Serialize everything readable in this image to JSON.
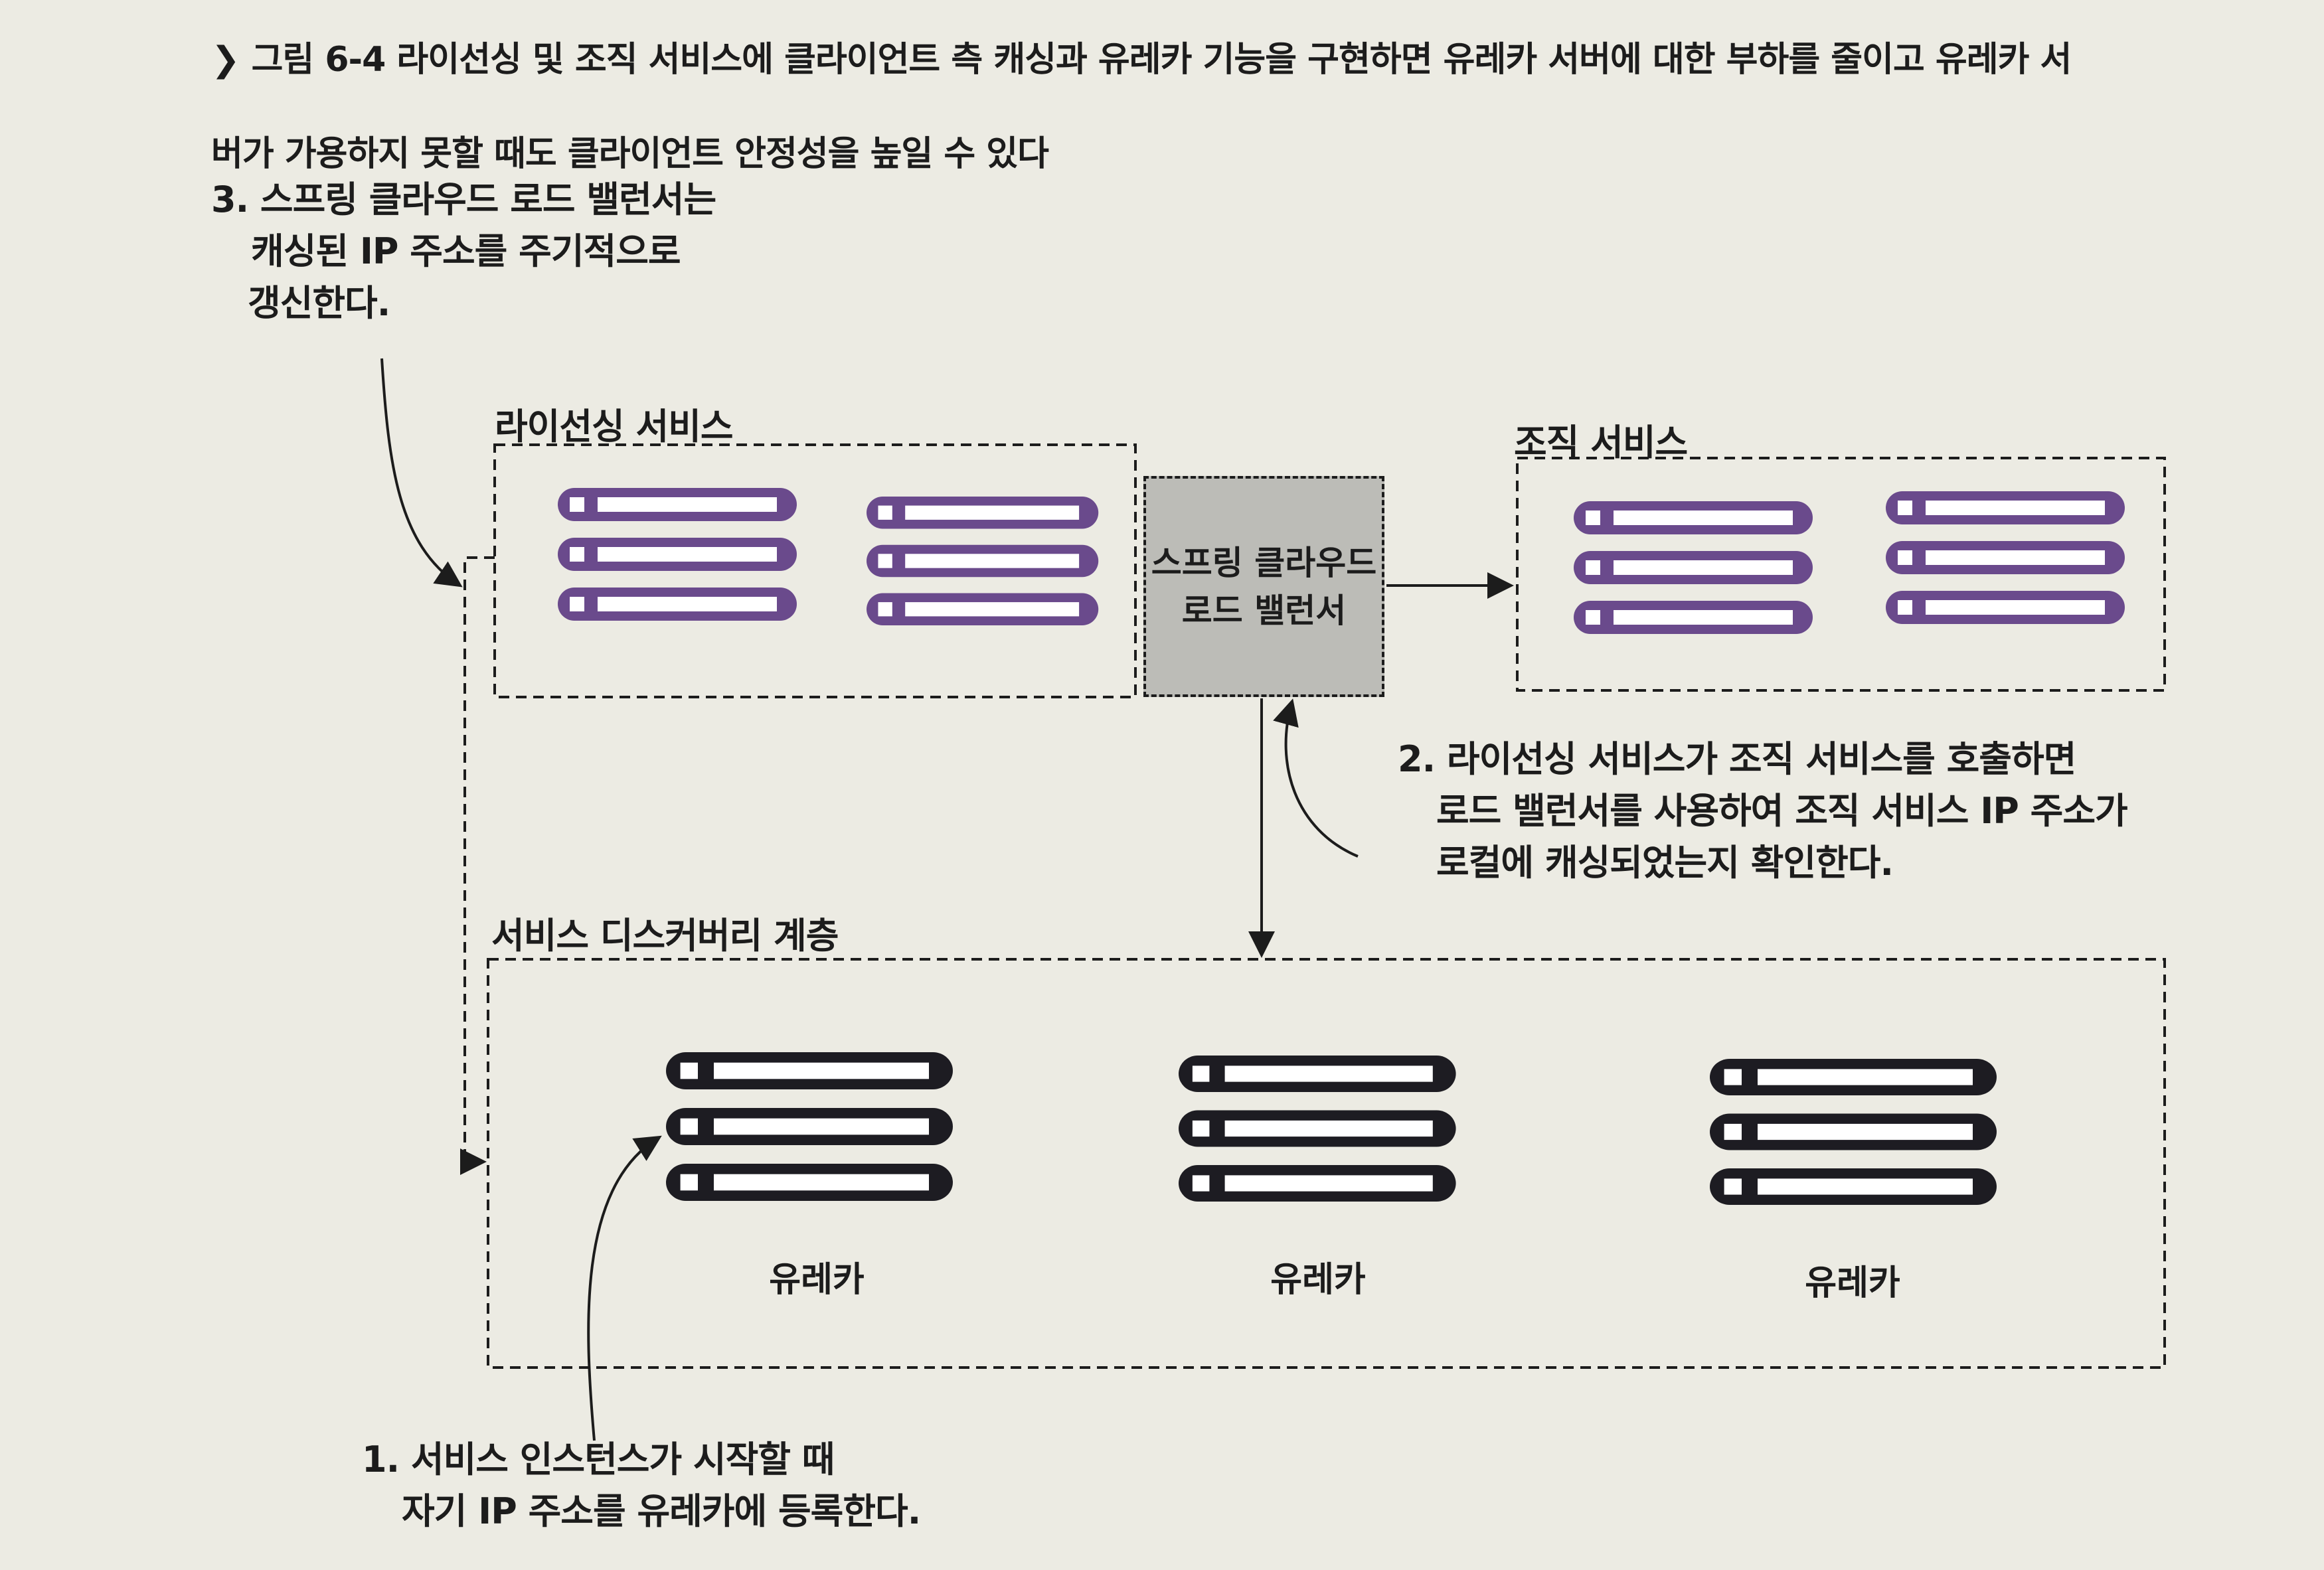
{
  "caption": {
    "marker": "❯",
    "line1": "그림 6-4 라이선싱 및 조직 서비스에 클라이언트 측 캐싱과 유레카 기능을 구현하면 유레카 서버에 대한 부하를 줄이고 유레카 서",
    "line2": "버가 가용하지 못할 때도 클라이언트 안정성을 높일 수 있다"
  },
  "notes": {
    "step3": [
      "3. 스프링 클라우드 로드 밸런서는",
      "캐싱된 IP 주소를 주기적으로",
      "갱신한다."
    ],
    "step2": [
      "2. 라이선싱 서비스가 조직 서비스를 호출하면",
      "로드 밸런서를 사용하여 조직 서비스 IP 주소가",
      "로컬에 캐싱되었는지 확인한다."
    ],
    "step1": [
      "1. 서비스 인스턴스가 시작할 때",
      "자기 IP 주소를 유레카에 등록한다."
    ]
  },
  "groups": {
    "licensing": "라이선싱 서비스",
    "organization": "조직 서비스",
    "discovery": "서비스 디스커버리 계층"
  },
  "load_balancer": [
    "스프링 클라우드",
    "로드 밸런서"
  ],
  "eureka_labels": [
    "유레카",
    "유레카",
    "유레카"
  ],
  "colors": {
    "service_server": "#6a4a8c",
    "eureka_server": "#1d1c22",
    "load_balancer": "#bcbcb7",
    "paper": "#ecebe3"
  },
  "icons": [
    "server-icon"
  ]
}
